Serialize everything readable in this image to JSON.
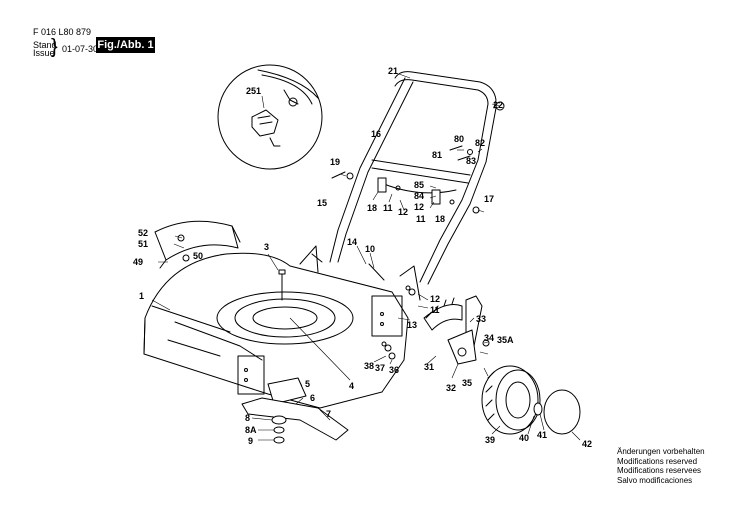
{
  "header": {
    "doc_number": "F 016 L80 879",
    "stand_label": "Stand",
    "issue_label": "Issue",
    "issue_date": "01-07-30",
    "fig_tag": "Fig./Abb. 1"
  },
  "notes": [
    "Änderungen vorbehalten",
    "Modifications reserved",
    "Modifications reservees",
    "Salvo modificaciones"
  ],
  "callouts": [
    "21",
    "251",
    "22",
    "16",
    "80",
    "82",
    "81",
    "83",
    "19",
    "85",
    "84",
    "18",
    "11",
    "12",
    "17",
    "15",
    "12",
    "11",
    "18",
    "52",
    "51",
    "3",
    "14",
    "10",
    "49",
    "50",
    "1",
    "12",
    "11",
    "33",
    "13",
    "34",
    "35A",
    "38",
    "37",
    "36",
    "31",
    "32",
    "35",
    "5",
    "4",
    "6",
    "7",
    "8",
    "8A",
    "9",
    "39",
    "40",
    "41",
    "42"
  ]
}
